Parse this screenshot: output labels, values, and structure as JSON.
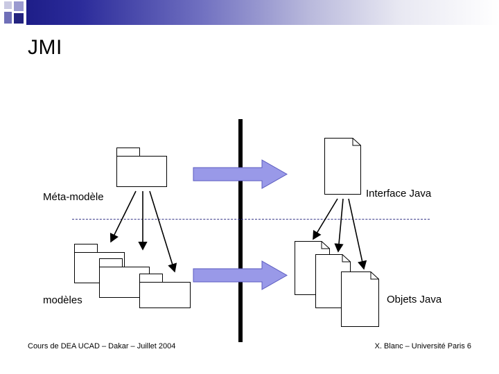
{
  "slide": {
    "title": "JMI",
    "footer_left": "Cours de DEA UCAD – Dakar – Juillet 2004",
    "footer_right": "X. Blanc – Université Paris 6"
  },
  "labels": {
    "meta_model": "Méta-modèle",
    "models": "modèles",
    "java_interface": "Interface Java",
    "java_objects": "Objets Java"
  },
  "colors": {
    "arrow_fill": "#9999e8",
    "arrow_stroke": "#5b5bbf",
    "divider": "#000000",
    "dashed_line": "#3a3a8a",
    "title_bar_start": "#17177f",
    "title_bar_end": "#ffffff",
    "shape_stroke": "#000000",
    "shape_fill": "#ffffff"
  },
  "shapes": {
    "package_meta": "package-icon",
    "package_model_1": "package-icon",
    "package_model_2": "package-icon",
    "package_model_3": "package-icon",
    "document_interface": "document-icon",
    "document_object_1": "document-icon",
    "document_object_2": "document-icon",
    "document_object_3": "document-icon",
    "arrow_top": "block-arrow-right-icon",
    "arrow_bottom": "block-arrow-right-icon"
  }
}
